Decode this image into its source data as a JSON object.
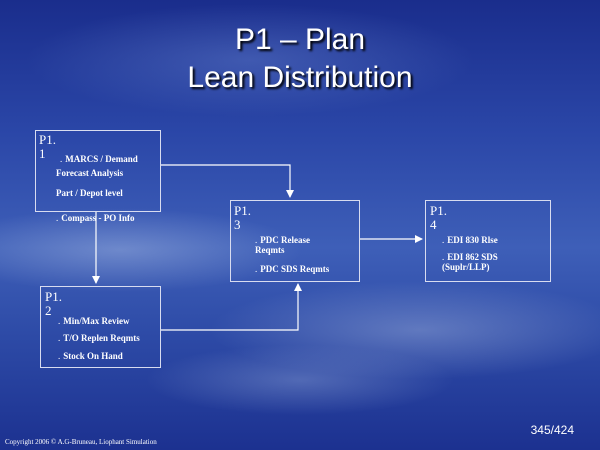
{
  "slide": {
    "title_line1": "P1 – Plan",
    "title_line2": "Lean Distribution",
    "page_number": "345/424",
    "copyright": "Copyright 2006 © A.G-Bruneau, Liophant Simulation"
  },
  "boxes": {
    "p11": {
      "label_line1": "P1.",
      "label_line2": "1",
      "items": [
        "MARCS / Demand",
        "Forecast Analysis",
        "Part / Depot level",
        "Compass - PO Info"
      ]
    },
    "p12": {
      "label_line1": "P1.",
      "label_line2": "2",
      "items": [
        "Min/Max Review",
        "T/O Replen Reqmts",
        "Stock On Hand"
      ]
    },
    "p13": {
      "label_line1": "P1.",
      "label_line2": "3",
      "items": [
        "PDC Release Reqmts",
        "PDC SDS Reqmts"
      ]
    },
    "p14": {
      "label_line1": "P1.",
      "label_line2": "4",
      "items": [
        "EDI 830 Rlse",
        "EDI 862 SDS (Suplr/LLP)"
      ]
    }
  },
  "colors": {
    "box_border": "#d8dcf0",
    "connector": "#ffffff",
    "text": "#ffffff"
  }
}
